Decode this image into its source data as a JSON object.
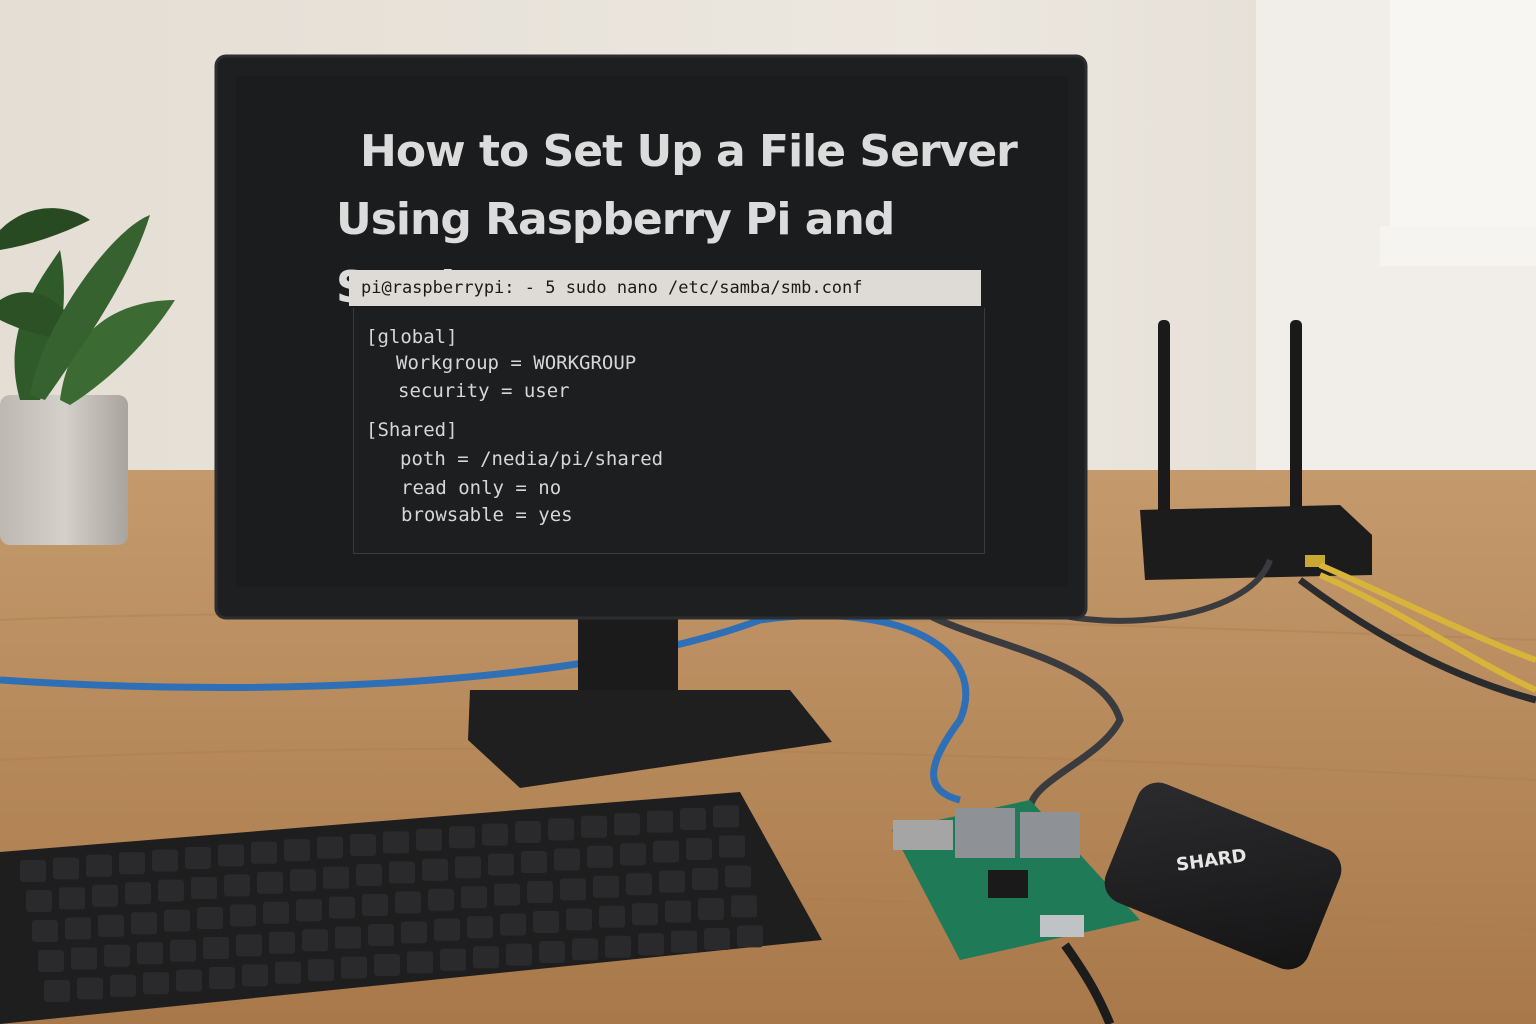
{
  "screen": {
    "title_line1": "How to Set Up a File Server",
    "title_line2": "Using Raspberry Pi and Samba",
    "command": "pi@raspberrypi: - 5 sudo nano /etc/samba/smb.conf",
    "config": {
      "section_global": "[global]",
      "workgroup": "Workgroup = WORKGROUP",
      "security": "security = user",
      "section_shared": "[Shared]",
      "path": "poth = /nedia/pi/shared",
      "read_only": "read only = no",
      "browsable": "browsable = yes"
    }
  },
  "drive": {
    "label": "SHARD"
  },
  "colors": {
    "wall": "#e9e4dc",
    "desk": "#b98a5c",
    "screen_bg": "#1b1c1d",
    "ethernet_blue": "#2f6fb5",
    "cable_yellow": "#d9b43a",
    "pcb_green": "#1f7a57"
  }
}
